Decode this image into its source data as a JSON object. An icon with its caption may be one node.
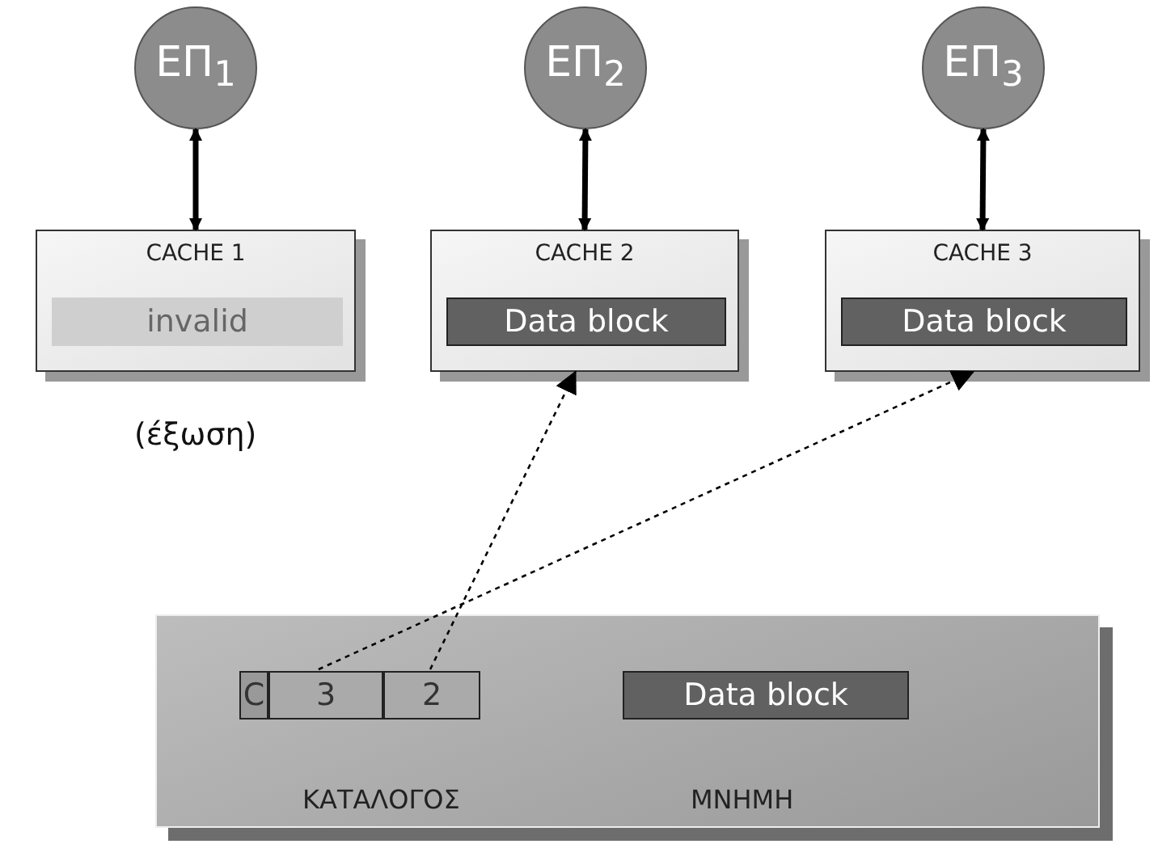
{
  "diagram": {
    "nodes": [
      {
        "text": [
          "ΕΠ$_{1}$"
        ]
      },
      {
        "text": [
          "ΕΠ$_{2}$"
        ]
      },
      {
        "text": [
          "ΕΠ$_{3}$"
        ]
      },
      {
        "text": [
          "CACHE 1"
        ],
        "beside": [
          "(έξωση)"
        ]
      },
      {
        "text": [
          "invalid"
        ],
        "in": 3
      },
      {
        "text": [
          "CACHE 2"
        ]
      },
      {
        "text": [
          "Data block"
        ],
        "in": 5
      },
      {
        "text": [
          "CACHE 3"
        ]
      },
      {
        "text": [
          "Data block"
        ],
        "in": 7
      },
      {
        "text": [
          "ΚΑΤΑΛΟΓΟΣ",
          "ΜΝΗΜΗ"
        ]
      },
      {
        "text": [
          "C"
        ],
        "in": 9
      },
      {
        "text": [
          "3"
        ],
        "in": 9
      },
      {
        "text": [
          "2"
        ],
        "in": 9
      },
      {
        "text": [
          "Data block"
        ],
        "in": 9
      }
    ],
    "edges": [
      {
        "from": 0,
        "to": 3,
        "arrow": "both"
      },
      {
        "from": 1,
        "to": 5,
        "arrow": "both"
      },
      {
        "from": 2,
        "to": 7,
        "arrow": "both"
      },
      {
        "from": 11,
        "to": 7,
        "arrow": "to",
        "style": "dashed"
      },
      {
        "from": 12,
        "to": 5,
        "arrow": "to",
        "style": "dashed"
      }
    ]
  }
}
